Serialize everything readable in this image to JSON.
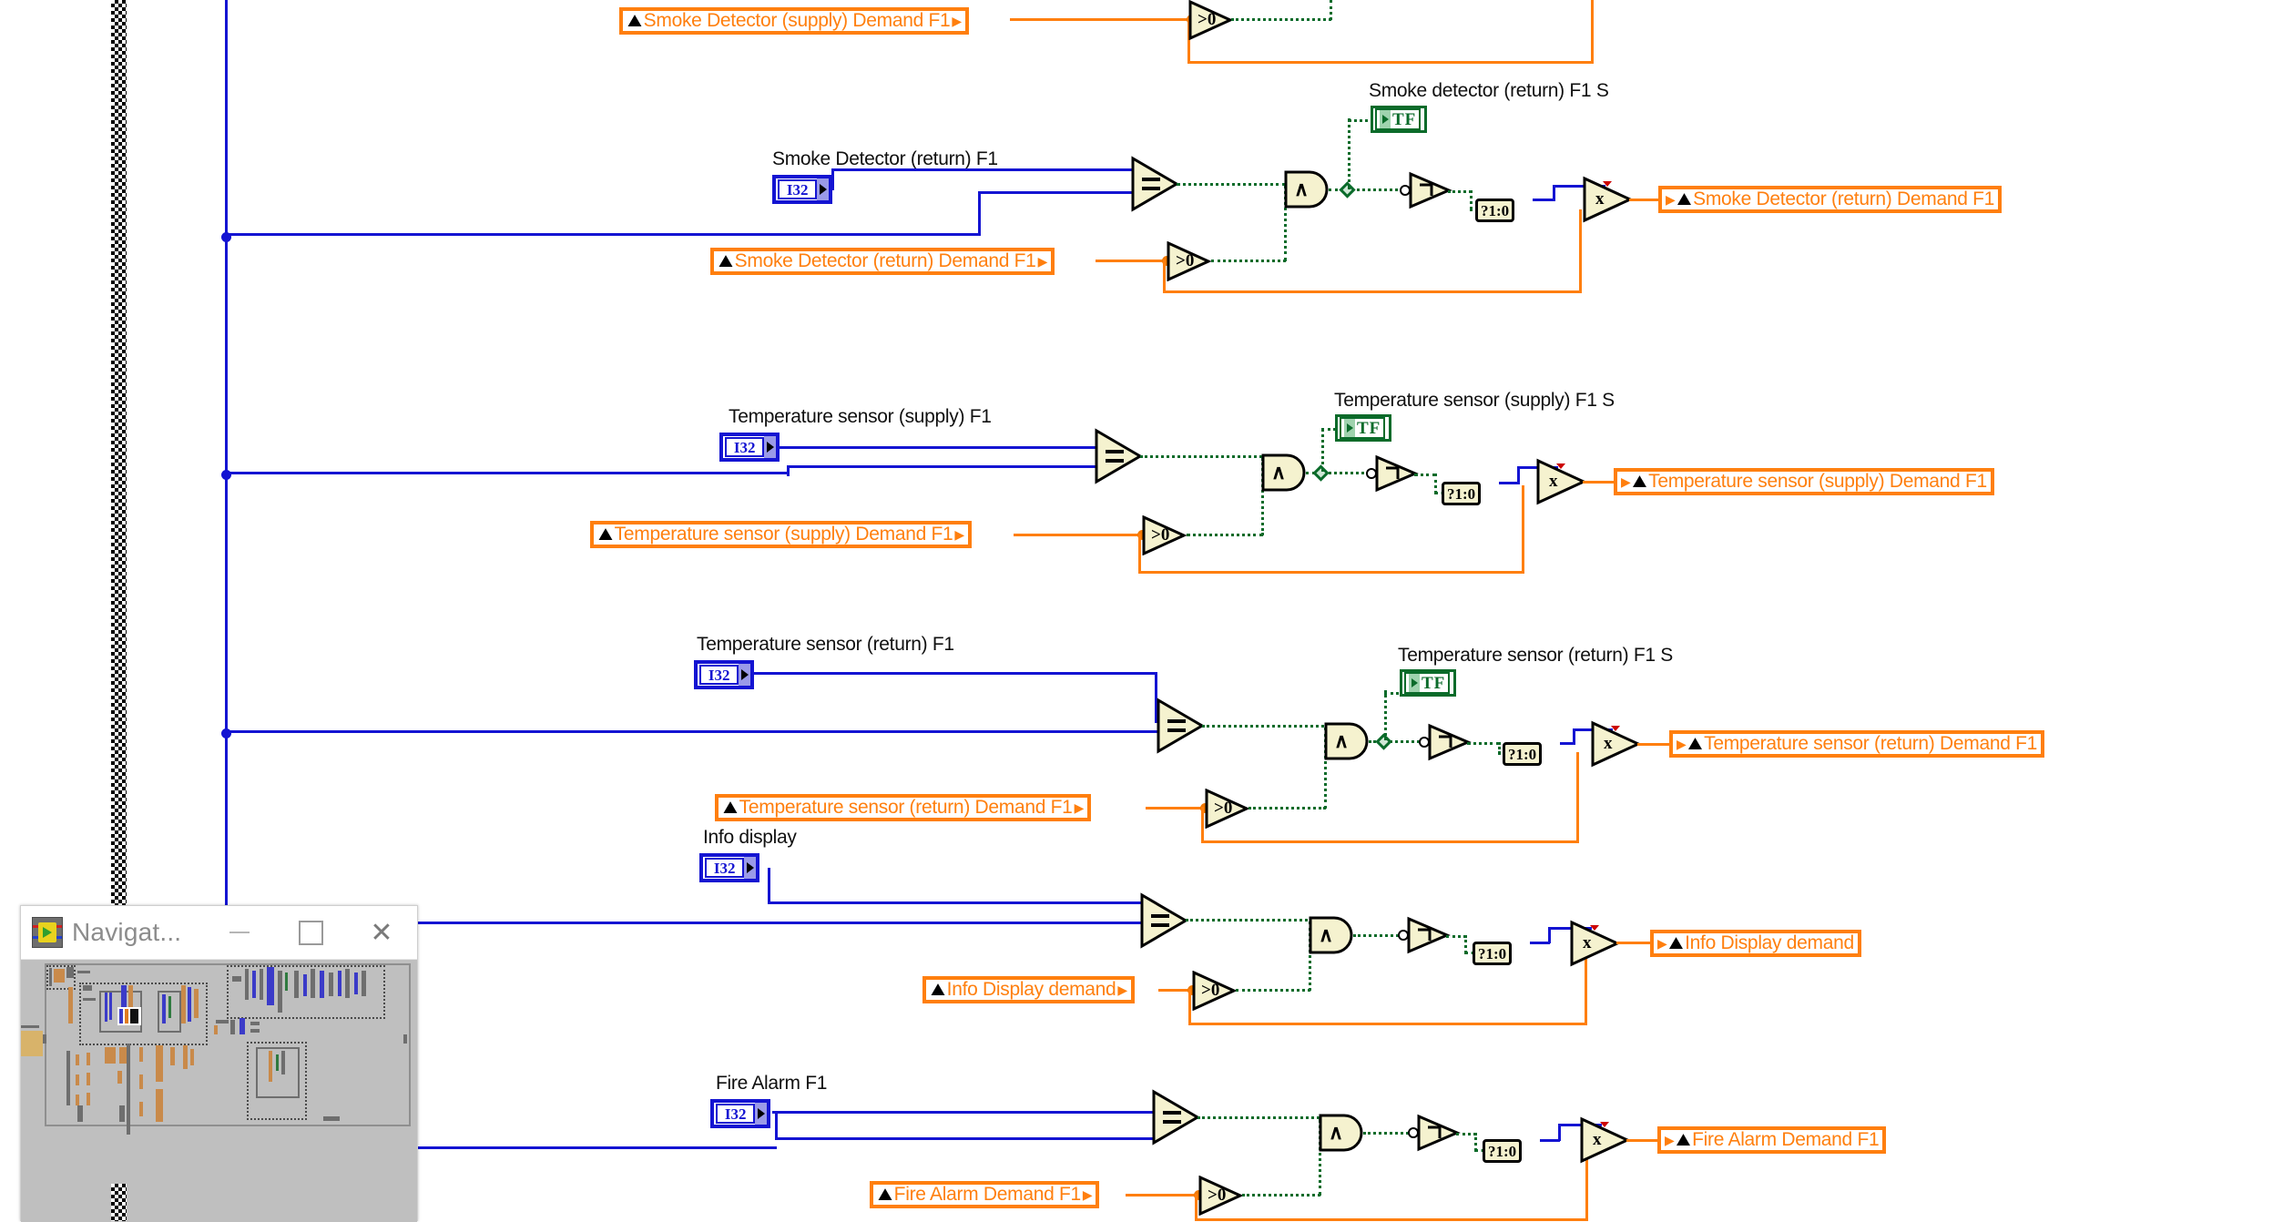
{
  "app": {
    "name": "LabVIEW Block Diagram",
    "background_color": "#ffffff"
  },
  "colors": {
    "wire_numeric": "#1414d2",
    "wire_boolean": "#0a6b2a",
    "wire_reference": "#ff7f0e",
    "terminal_orange": "#ff7f0e",
    "terminal_blue": "#1414d2",
    "terminal_green": "#0a6b2a",
    "node_fill": "#f5f2cf"
  },
  "rows": [
    {
      "id": "smoke-supply",
      "demand_terminal_label": "Smoke Detector (supply) Demand F1",
      "greater_node_label": ">0"
    },
    {
      "id": "smoke-return",
      "control_label": "Smoke Detector (return) F1",
      "control_type": "I32",
      "demand_terminal_label": "Smoke Detector (return) Demand F1",
      "state_indicator_label": "Smoke detector (return) F1 S",
      "state_indicator_type": "TF",
      "equal_node_label": "=",
      "greater_node_label": ">0",
      "and_node_label": "∧",
      "not_node_label": "¬",
      "select_node_label": "?1:0",
      "multiply_node_label": "x",
      "output_terminal_label": "Smoke Detector (return) Demand F1"
    },
    {
      "id": "temp-supply",
      "control_label": "Temperature sensor (supply) F1",
      "control_type": "I32",
      "demand_terminal_label": "Temperature sensor (supply) Demand F1",
      "state_indicator_label": "Temperature sensor (supply) F1 S",
      "state_indicator_type": "TF",
      "equal_node_label": "=",
      "greater_node_label": ">0",
      "and_node_label": "∧",
      "not_node_label": "¬",
      "select_node_label": "?1:0",
      "multiply_node_label": "x",
      "output_terminal_label": "Temperature sensor (supply) Demand F1"
    },
    {
      "id": "temp-return",
      "control_label": "Temperature sensor (return) F1",
      "control_type": "I32",
      "demand_terminal_label": "Temperature sensor (return) Demand F1",
      "state_indicator_label": "Temperature sensor (return) F1 S",
      "state_indicator_type": "TF",
      "equal_node_label": "=",
      "greater_node_label": ">0",
      "and_node_label": "∧",
      "not_node_label": "¬",
      "select_node_label": "?1:0",
      "multiply_node_label": "x",
      "output_terminal_label": "Temperature sensor (return) Demand F1"
    },
    {
      "id": "info-display",
      "control_label": "Info display",
      "control_type": "I32",
      "demand_terminal_label": "Info Display demand",
      "equal_node_label": "=",
      "greater_node_label": ">0",
      "and_node_label": "∧",
      "not_node_label": "¬",
      "select_node_label": "?1:0",
      "multiply_node_label": "x",
      "output_terminal_label": "Info Display demand"
    },
    {
      "id": "fire-alarm",
      "control_label": "Fire Alarm F1",
      "control_type": "I32",
      "demand_terminal_label": "Fire Alarm Demand F1",
      "equal_node_label": "=",
      "greater_node_label": ">0",
      "and_node_label": "∧",
      "not_node_label": "¬",
      "select_node_label": "?1:0",
      "multiply_node_label": "x",
      "output_terminal_label": "Fire Alarm Demand F1"
    }
  ],
  "navigator": {
    "title": "Navigat...",
    "icon": "labview-vi-icon",
    "minimize_label": "–",
    "maximize_label": "□",
    "close_label": "✕"
  }
}
